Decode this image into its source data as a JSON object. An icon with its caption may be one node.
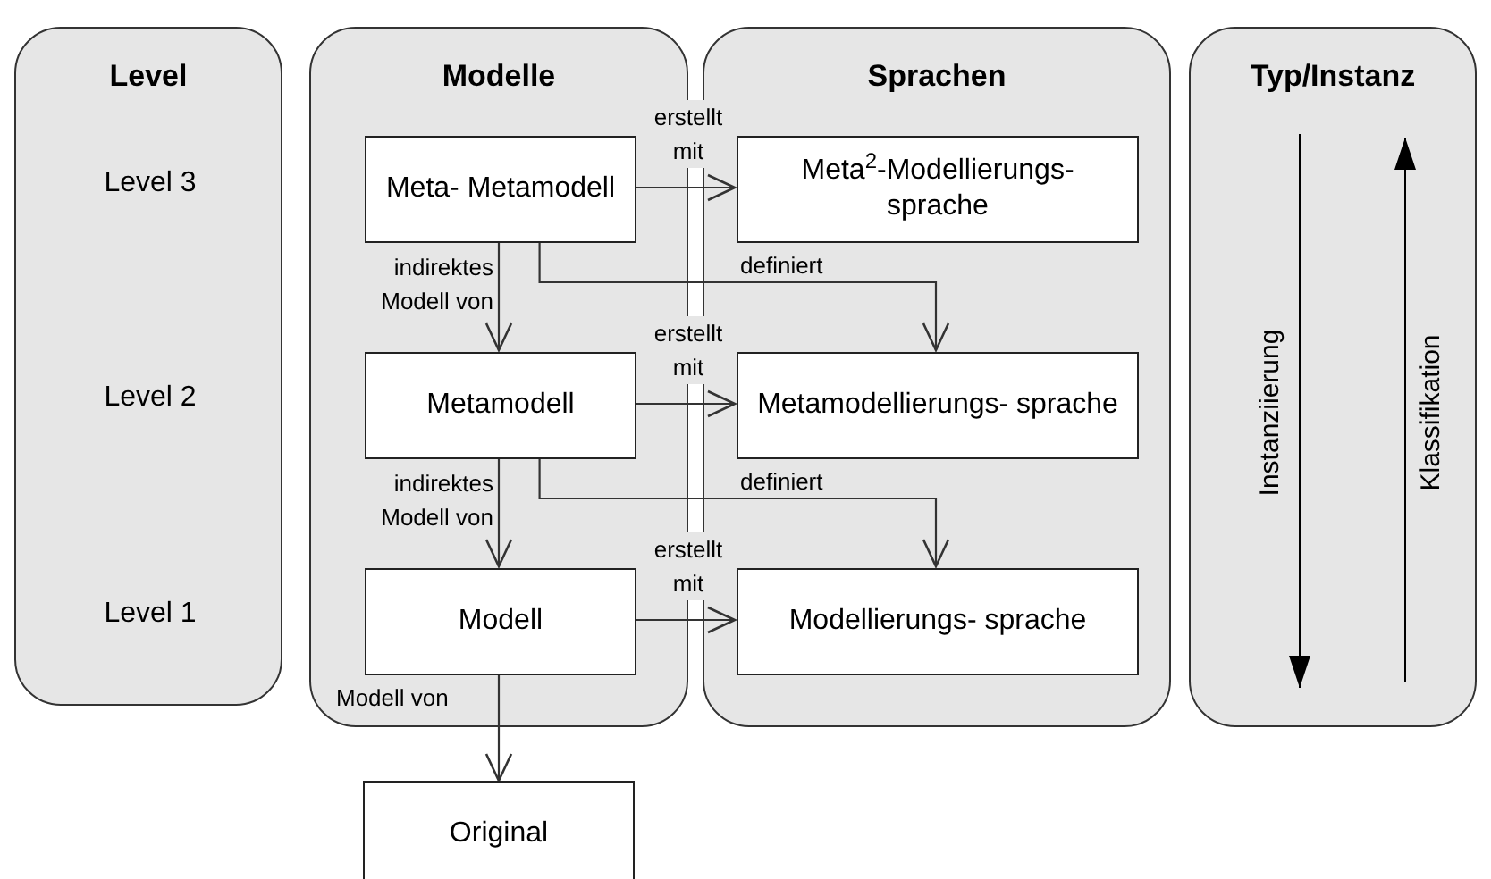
{
  "diagram": {
    "nodes": [
      {
        "text": [
          "Level",
          "Level 3",
          "Level 2",
          "Level 1"
        ]
      },
      {
        "text": [
          "Modelle"
        ]
      },
      {
        "text": [
          "Meta- Metamodell"
        ],
        "in": 1
      },
      {
        "text": [
          "Metamodell"
        ],
        "in": 1
      },
      {
        "text": [
          "Modell"
        ],
        "in": 1
      },
      {
        "text": [
          "Sprachen"
        ]
      },
      {
        "text": [
          "Meta$^{2}$-Modellierungs- sprache"
        ],
        "in": 5
      },
      {
        "text": [
          "Metamodellierungs- sprache"
        ],
        "in": 5
      },
      {
        "text": [
          "Modellierungs- sprache"
        ],
        "in": 5
      },
      {
        "text": [
          "Typ/Instanz",
          "Instanziierung",
          "Klassifikation"
        ]
      },
      {
        "text": [
          "Original"
        ]
      }
    ],
    "edges": [
      {
        "from": 2,
        "to": 6,
        "arrow": "to",
        "label": "erstellt mit"
      },
      {
        "from": 2,
        "to": 3,
        "arrow": "to",
        "label": "indirektes Modell von"
      },
      {
        "from": 2,
        "to": 7,
        "arrow": "to",
        "label": "definiert"
      },
      {
        "from": 3,
        "to": 7,
        "arrow": "to",
        "label": "erstellt mit"
      },
      {
        "from": 3,
        "to": 4,
        "arrow": "to",
        "label": "indirektes Modell von"
      },
      {
        "from": 3,
        "to": 8,
        "arrow": "to",
        "label": "definiert"
      },
      {
        "from": 4,
        "to": 8,
        "arrow": "to",
        "label": "erstellt mit"
      },
      {
        "from": 4,
        "to": 10,
        "arrow": "to",
        "label": "Modell von"
      }
    ]
  }
}
